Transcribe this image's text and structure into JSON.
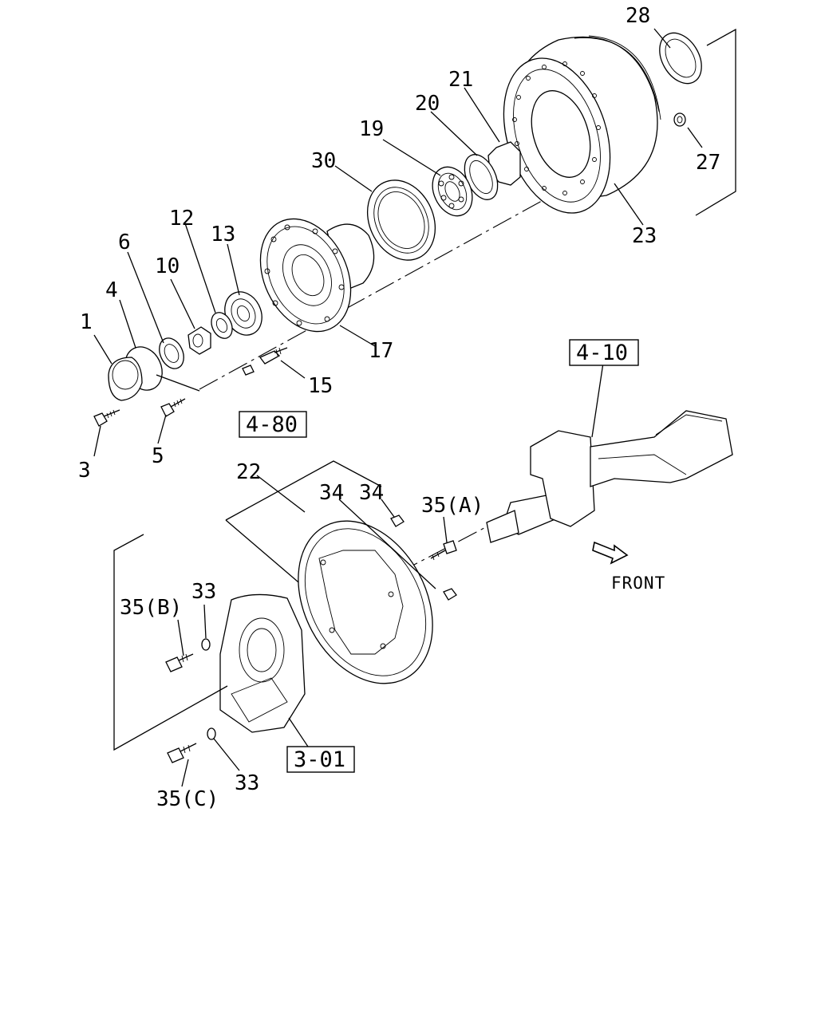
{
  "diagram": {
    "direction_label": "FRONT",
    "part_callouts": [
      {
        "id": "c1",
        "label": "1"
      },
      {
        "id": "c3",
        "label": "3"
      },
      {
        "id": "c4",
        "label": "4"
      },
      {
        "id": "c5",
        "label": "5"
      },
      {
        "id": "c6",
        "label": "6"
      },
      {
        "id": "c10",
        "label": "10"
      },
      {
        "id": "c12",
        "label": "12"
      },
      {
        "id": "c13",
        "label": "13"
      },
      {
        "id": "c15",
        "label": "15"
      },
      {
        "id": "c17",
        "label": "17"
      },
      {
        "id": "c19",
        "label": "19"
      },
      {
        "id": "c20",
        "label": "20"
      },
      {
        "id": "c21",
        "label": "21"
      },
      {
        "id": "c22",
        "label": "22"
      },
      {
        "id": "c23",
        "label": "23"
      },
      {
        "id": "c27",
        "label": "27"
      },
      {
        "id": "c28",
        "label": "28"
      },
      {
        "id": "c30",
        "label": "30"
      },
      {
        "id": "c33a",
        "label": "33"
      },
      {
        "id": "c33b",
        "label": "33"
      },
      {
        "id": "c34a",
        "label": "34"
      },
      {
        "id": "c34b",
        "label": "34"
      },
      {
        "id": "c35a",
        "label": "35(A)"
      },
      {
        "id": "c35b",
        "label": "35(B)"
      },
      {
        "id": "c35c",
        "label": "35(C)"
      }
    ],
    "reference_boxes": [
      {
        "id": "r410",
        "label": "4-10"
      },
      {
        "id": "r480",
        "label": "4-80"
      },
      {
        "id": "r301",
        "label": "3-01"
      }
    ]
  }
}
